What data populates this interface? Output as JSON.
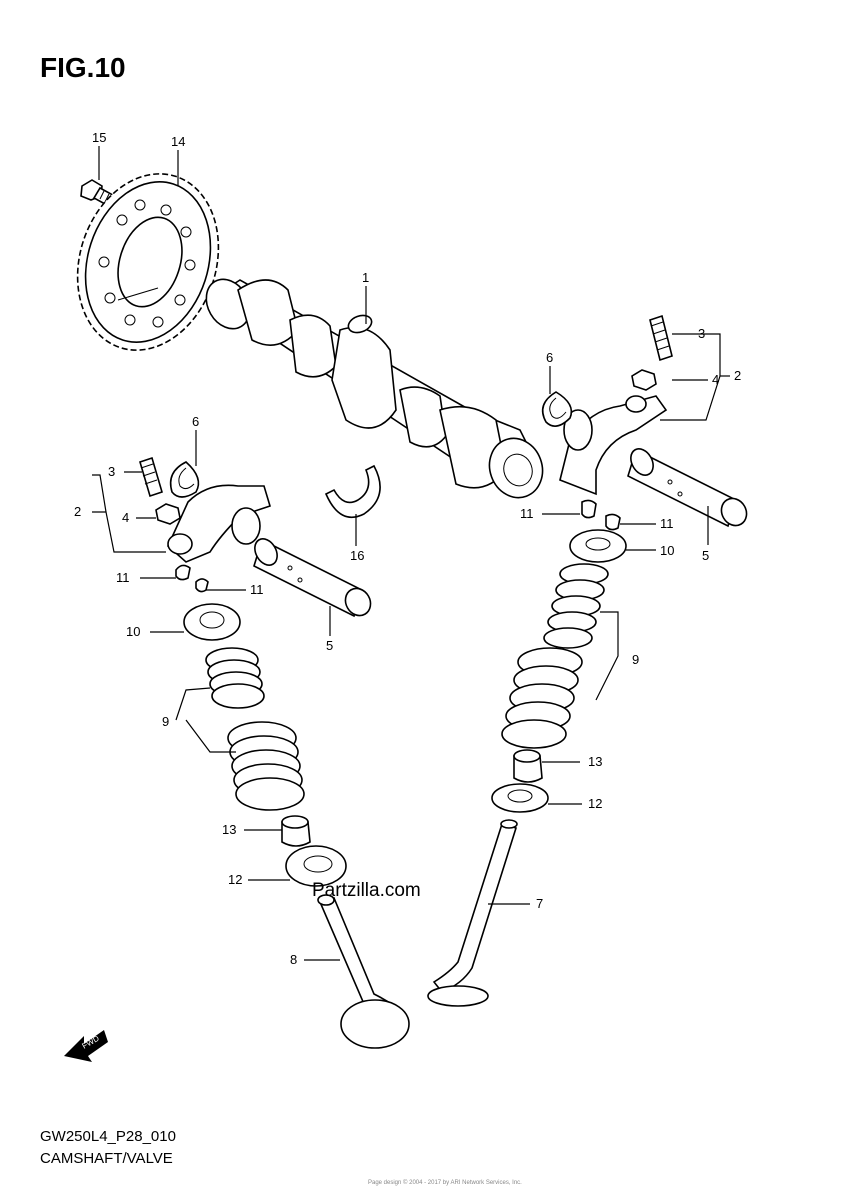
{
  "figure": {
    "title": "FIG.10",
    "code": "GW250L4_P28_010",
    "name": "CAMSHAFT/VALVE",
    "watermark": "Partzilla.com",
    "fine_print": "Page design © 2004 - 2017 by ARI Network Services, Inc."
  },
  "callouts": {
    "c1": "1",
    "c2_right": "2",
    "c3_right": "3",
    "c4_right": "4",
    "c2_left": "2",
    "c3_left": "3",
    "c4_left": "4",
    "c5_left": "5",
    "c5_right": "5",
    "c6_left": "6",
    "c6_right": "6",
    "c7": "7",
    "c8": "8",
    "c9_left": "9",
    "c9_right": "9",
    "c10_left": "10",
    "c10_right": "10",
    "c11_a": "11",
    "c11_b": "11",
    "c11_c": "11",
    "c11_d": "11",
    "c12_left": "12",
    "c12_right": "12",
    "c13_left": "13",
    "c13_right": "13",
    "c14": "14",
    "c15": "15",
    "c16": "16"
  },
  "icons": {
    "fwd": "fwd-arrow-icon"
  }
}
